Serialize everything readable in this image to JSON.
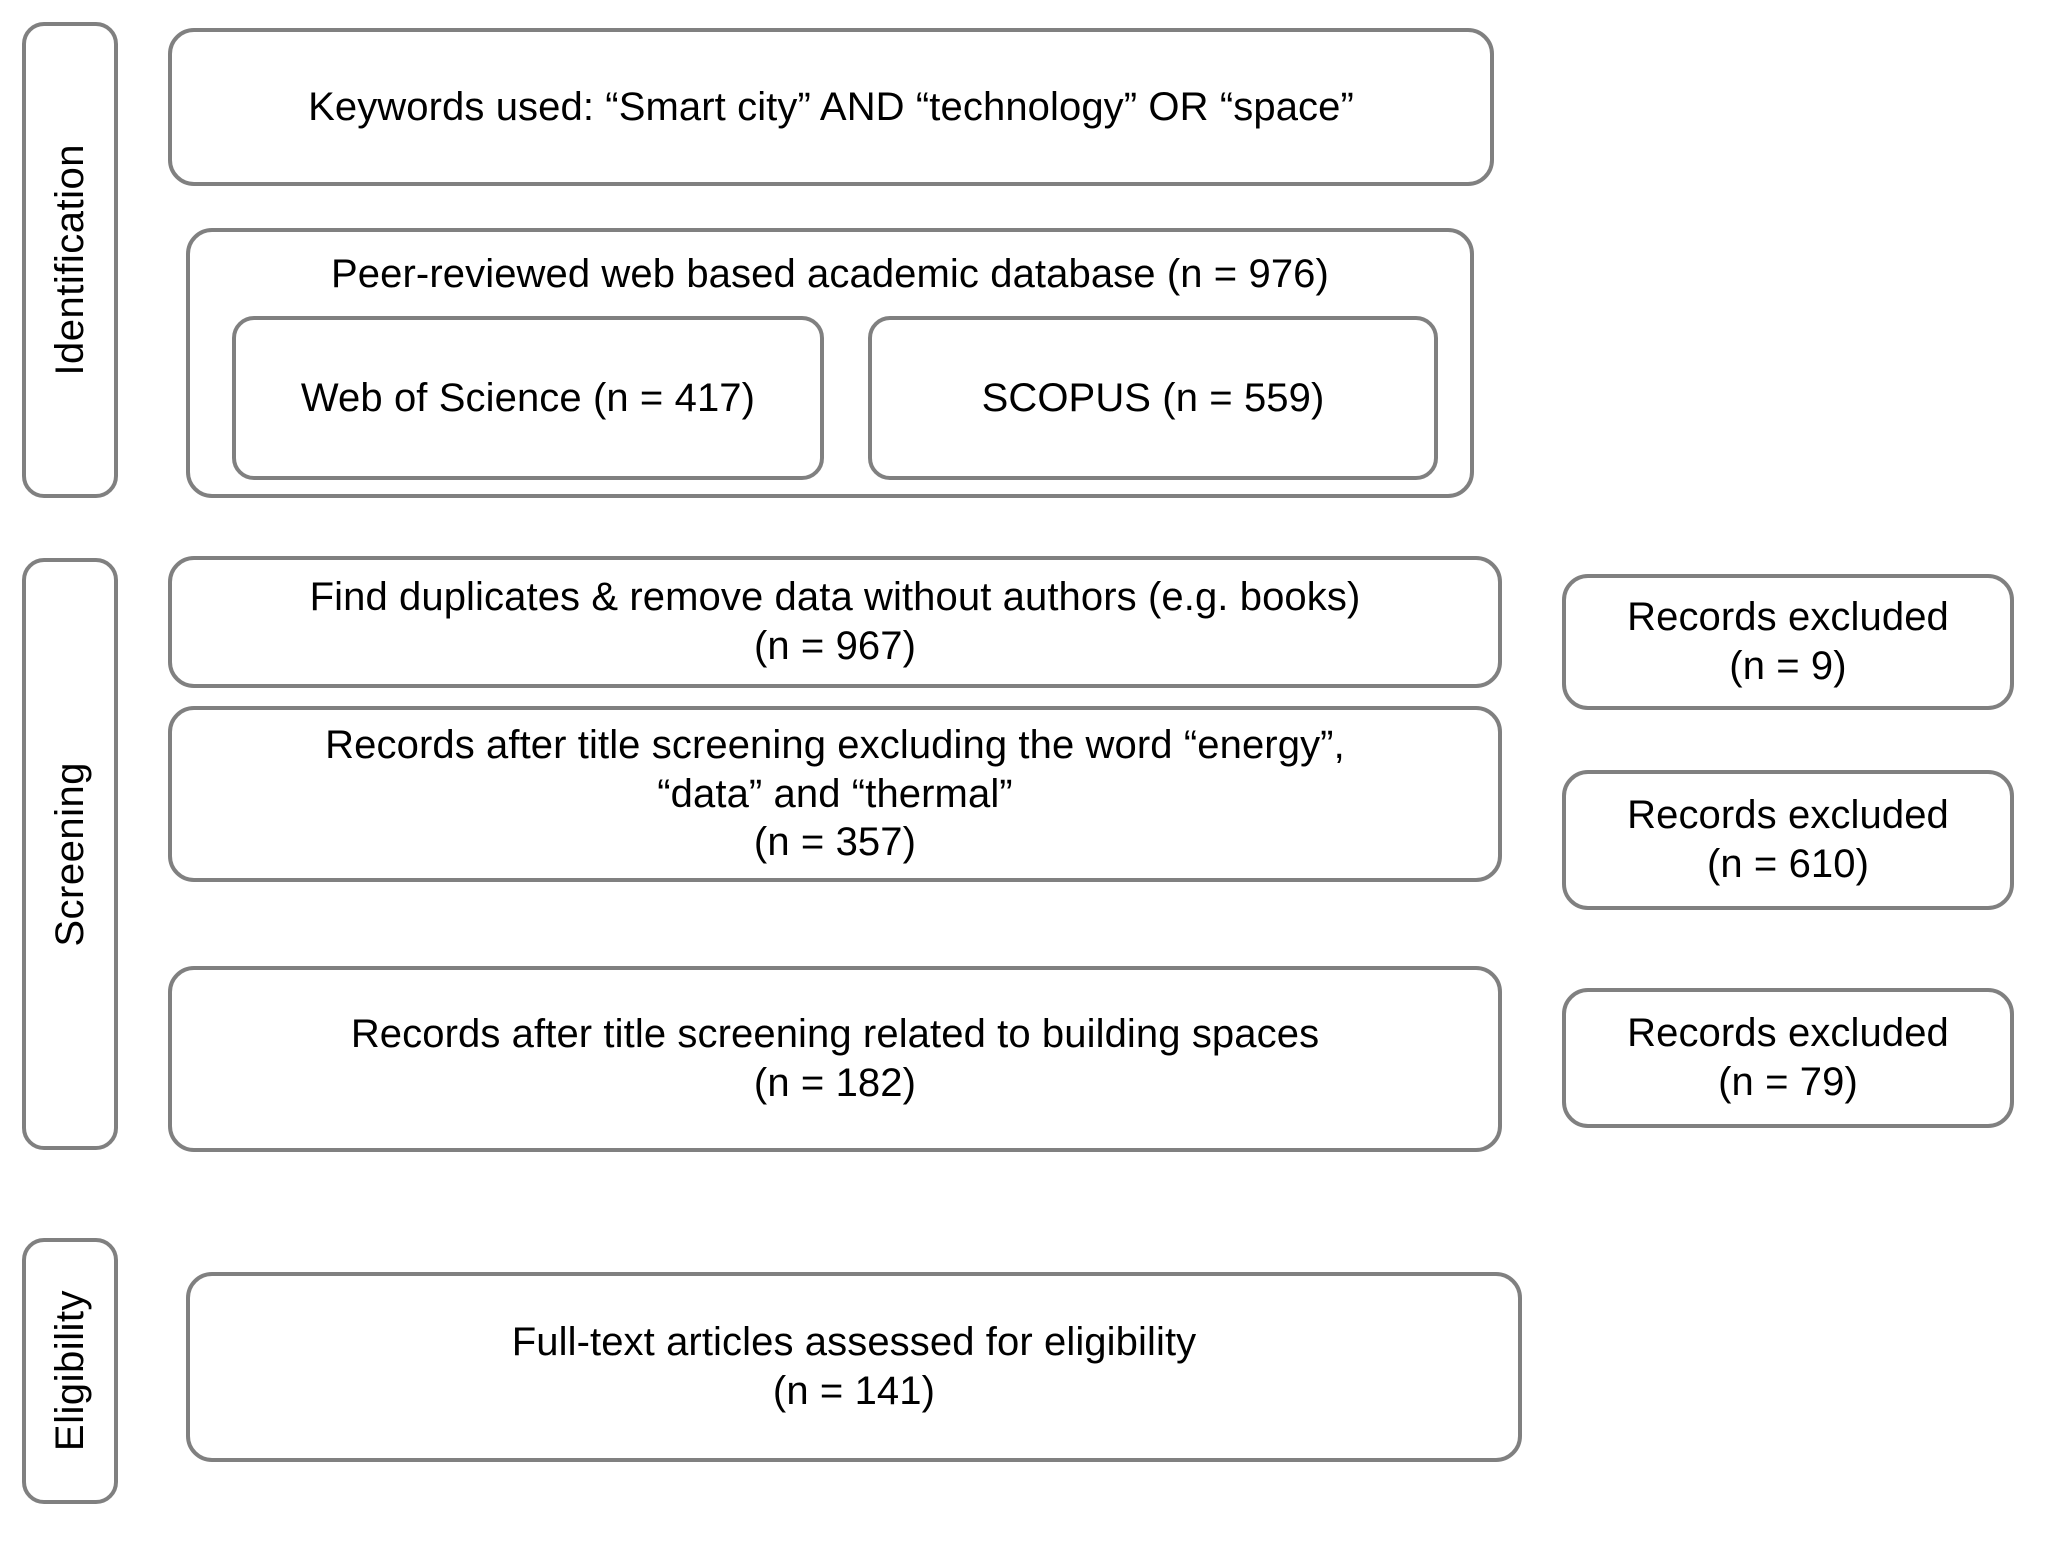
{
  "diagram": {
    "title": "PRISMA literature selection flow diagram",
    "border_color": "#808080",
    "text_color": "#000000",
    "background_color": "#ffffff"
  },
  "stages": [
    {
      "id": "identification",
      "label": "Identification"
    },
    {
      "id": "screening",
      "label": "Screening"
    },
    {
      "id": "eligibility",
      "label": "Eligibility"
    }
  ],
  "identification": {
    "keywords_box": "Keywords used: “Smart city” AND “technology” OR “space”",
    "database_box": {
      "title": "Peer-reviewed web based academic database (n = 976)",
      "total_n": 976,
      "sources": [
        {
          "name": "Web of Science",
          "label": "Web of Science (n = 417)",
          "n": 417
        },
        {
          "name": "SCOPUS",
          "label": "SCOPUS (n = 559)",
          "n": 559
        }
      ]
    }
  },
  "screening": {
    "steps": [
      {
        "id": "duplicates",
        "label": "Find duplicates & remove data without authors (e.g. books)\n(n = 967)",
        "n": 967
      },
      {
        "id": "title-screen-keywords",
        "label": "Records after title screening excluding the word “energy”,\n“data” and “thermal”\n(n = 357)",
        "n": 357
      },
      {
        "id": "title-screen-building-spaces",
        "label": "Records after title screening related to building spaces\n(n = 182)",
        "n": 182
      }
    ],
    "exclusions": [
      {
        "id": "excluded-1",
        "label": "Records excluded\n(n = 9)",
        "n": 9
      },
      {
        "id": "excluded-2",
        "label": "Records excluded\n(n = 610)",
        "n": 610
      },
      {
        "id": "excluded-3",
        "label": "Records excluded\n(n = 79)",
        "n": 79
      }
    ]
  },
  "eligibility": {
    "full_text_box": "Full-text articles assessed for eligibility\n(n = 141)",
    "n": 141
  }
}
